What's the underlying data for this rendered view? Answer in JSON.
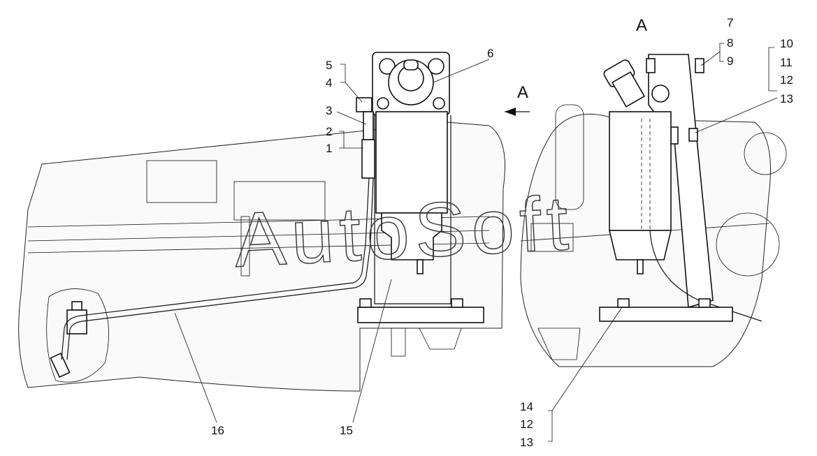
{
  "view_marker": "A",
  "section_marker": "A",
  "watermark": "AutoSoft",
  "callouts": {
    "c1": "1",
    "c2": "2",
    "c3": "3",
    "c4": "4",
    "c5": "5",
    "c6": "6",
    "c7": "7",
    "c8": "8",
    "c9": "9",
    "c10": "10",
    "c11": "11",
    "c12": "12",
    "c13": "13",
    "c14": "14",
    "c15": "15",
    "c16": "16",
    "c12b": "12",
    "c13b": "13"
  }
}
